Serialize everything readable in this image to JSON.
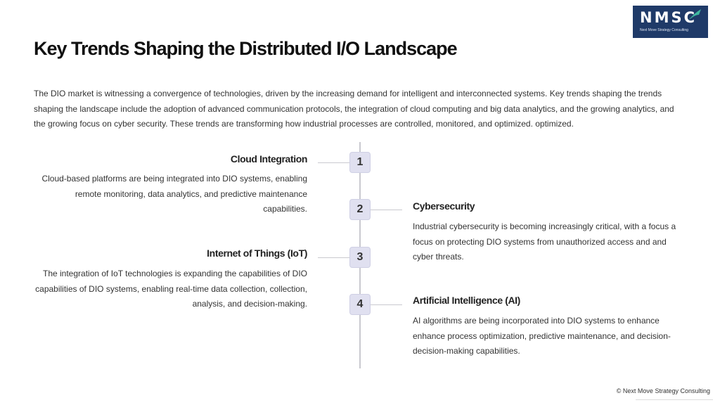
{
  "logo": {
    "mark": "NMSC",
    "subtitle": "Next Move Strategy Consulting",
    "bg_color": "#1f3a68",
    "accent_color": "#3fb8a0"
  },
  "title": "Key Trends Shaping the Distributed I/O Landscape",
  "intro": "The DIO market is witnessing a convergence of technologies, driven by the increasing demand for intelligent and interconnected systems. Key trends shaping the trends shaping the landscape include the adoption of advanced communication protocols, the integration of cloud computing and big data analytics, and the growing analytics, and the growing focus on cyber security. These trends are transforming how industrial processes are controlled, monitored, and optimized. optimized.",
  "timeline": [
    {
      "number": "1",
      "title": "Cloud Integration",
      "desc": "Cloud-based platforms are being integrated into DIO systems, enabling remote monitoring, data analytics, and predictive maintenance capabilities."
    },
    {
      "number": "2",
      "title": "Cybersecurity",
      "desc": "Industrial cybersecurity is becoming increasingly critical, with a focus a focus on protecting DIO systems from unauthorized access and and cyber threats."
    },
    {
      "number": "3",
      "title": "Internet of Things (IoT)",
      "desc": "The integration of IoT technologies is expanding the capabilities of DIO capabilities of DIO systems, enabling real-time data collection, collection, analysis, and decision-making."
    },
    {
      "number": "4",
      "title": "Artificial Intelligence (AI)",
      "desc": "AI algorithms are being incorporated into DIO systems to enhance enhance process optimization, predictive maintenance, and decision-decision-making capabilities."
    }
  ],
  "colors": {
    "number_box": "#e0e0f0",
    "timeline_line": "#c9c9cf"
  },
  "footer": {
    "copyright": "© Next Move Strategy Consulting"
  }
}
